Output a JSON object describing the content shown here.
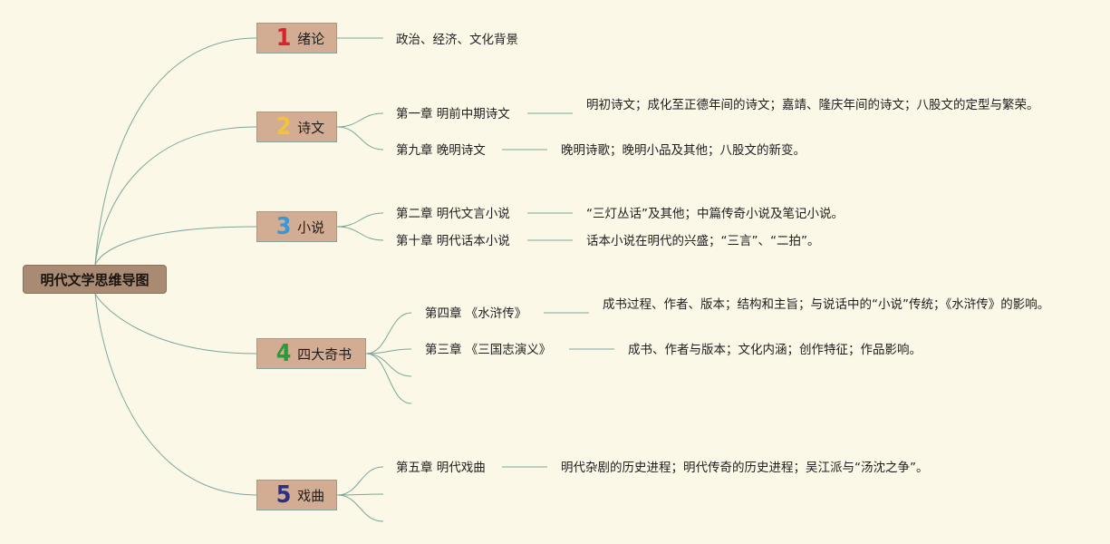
{
  "root": {
    "label": "明代文学思维导图"
  },
  "topics": [
    {
      "num": "1",
      "num_color": "#d9232f",
      "label": "绪论",
      "children": [
        {
          "chapter": "",
          "detail": "政治、经济、文化背景"
        }
      ]
    },
    {
      "num": "2",
      "num_color": "#f3c33c",
      "label": "诗文",
      "children": [
        {
          "chapter": "第一章 明前中期诗文",
          "detail": "明初诗文；成化至正德年间的诗文；嘉靖、隆庆年间的诗文；八股文的定型与繁荣。"
        },
        {
          "chapter": "第九章 晚明诗文",
          "detail": "晚明诗歌；晚明小品及其他；八股文的新变。"
        }
      ]
    },
    {
      "num": "3",
      "num_color": "#3b97d8",
      "label": "小说",
      "children": [
        {
          "chapter": "第二章 明代文言小说",
          "detail": "“三灯丛话”及其他；中篇传奇小说及笔记小说。"
        },
        {
          "chapter": "第十章 明代话本小说",
          "detail": "话本小说在明代的兴盛；“三言”、“二拍”。"
        }
      ]
    },
    {
      "num": "4",
      "num_color": "#2a9b3a",
      "label": "四大奇书",
      "children": [
        {
          "chapter": "第四章 《水浒传》",
          "detail": "成书过程、作者、版本；结构和主旨；与说话中的“小说”传统；《水浒传》的影响。"
        },
        {
          "chapter": "第三章 《三国志演义》",
          "detail": "成书、作者与版本；文化内涵；创作特征；作品影响。"
        },
        {
          "chapter": "",
          "detail": ""
        },
        {
          "chapter": "",
          "detail": ""
        }
      ]
    },
    {
      "num": "5",
      "num_color": "#2b2f86",
      "label": "戏曲",
      "children": [
        {
          "chapter": "第五章 明代戏曲",
          "detail": "明代杂剧的历史进程；明代传奇的历史进程；吴江派与“汤沈之争”。"
        },
        {
          "chapter": "",
          "detail": ""
        },
        {
          "chapter": "",
          "detail": ""
        }
      ]
    }
  ],
  "colors": {
    "background": "#fcf8e8",
    "link": "#7aa79a",
    "root_fill": "#a98b73",
    "topic_fill": "#d3ad93"
  }
}
